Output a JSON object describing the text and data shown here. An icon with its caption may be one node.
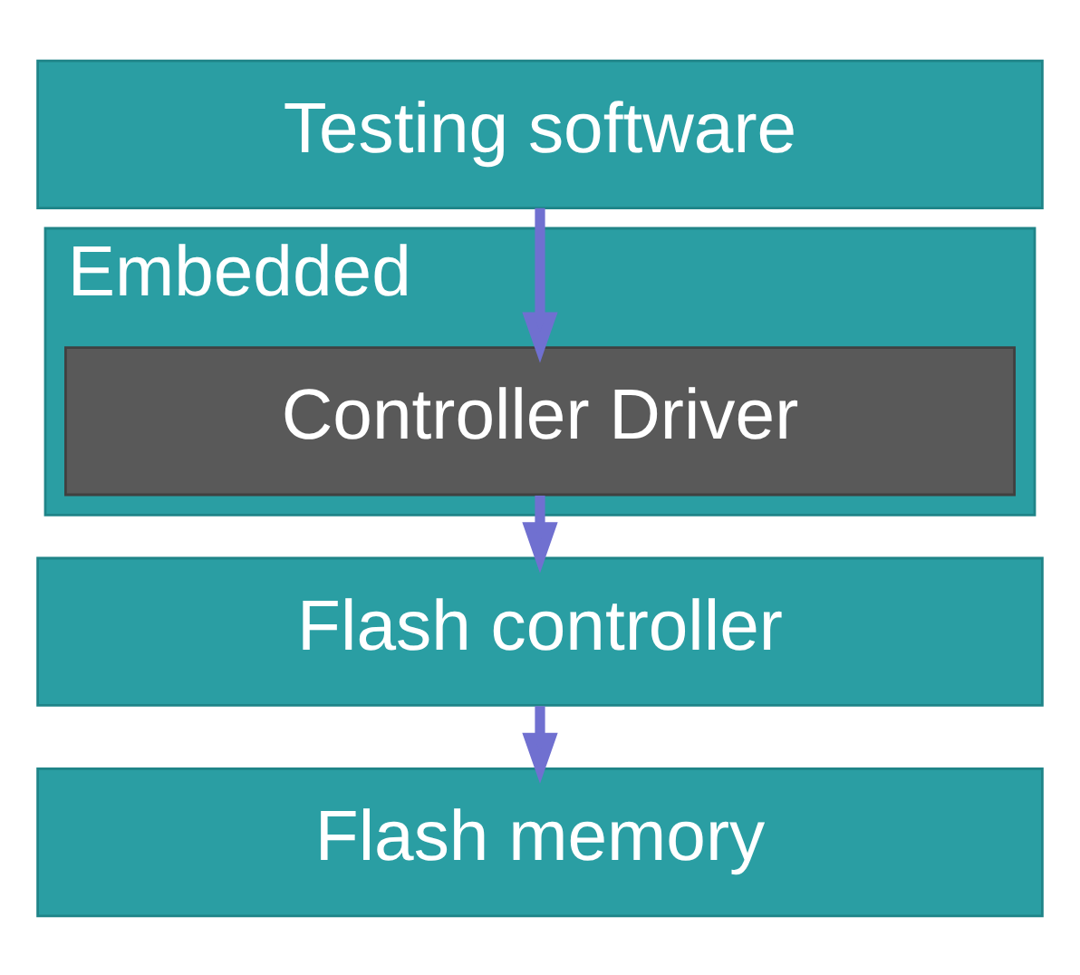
{
  "diagram": {
    "nodes": [
      {
        "text": [
          "Testing software"
        ]
      },
      {
        "text": [
          "Embedded"
        ]
      },
      {
        "text": [
          "Controller Driver"
        ],
        "in": 1
      },
      {
        "text": [
          "Flash controller"
        ]
      },
      {
        "text": [
          "Flash memory"
        ]
      }
    ],
    "edges": [
      {
        "from": 0,
        "to": 2,
        "arrow": "to"
      },
      {
        "from": 2,
        "to": 3,
        "arrow": "to"
      },
      {
        "from": 3,
        "to": 4,
        "arrow": "to"
      }
    ]
  }
}
